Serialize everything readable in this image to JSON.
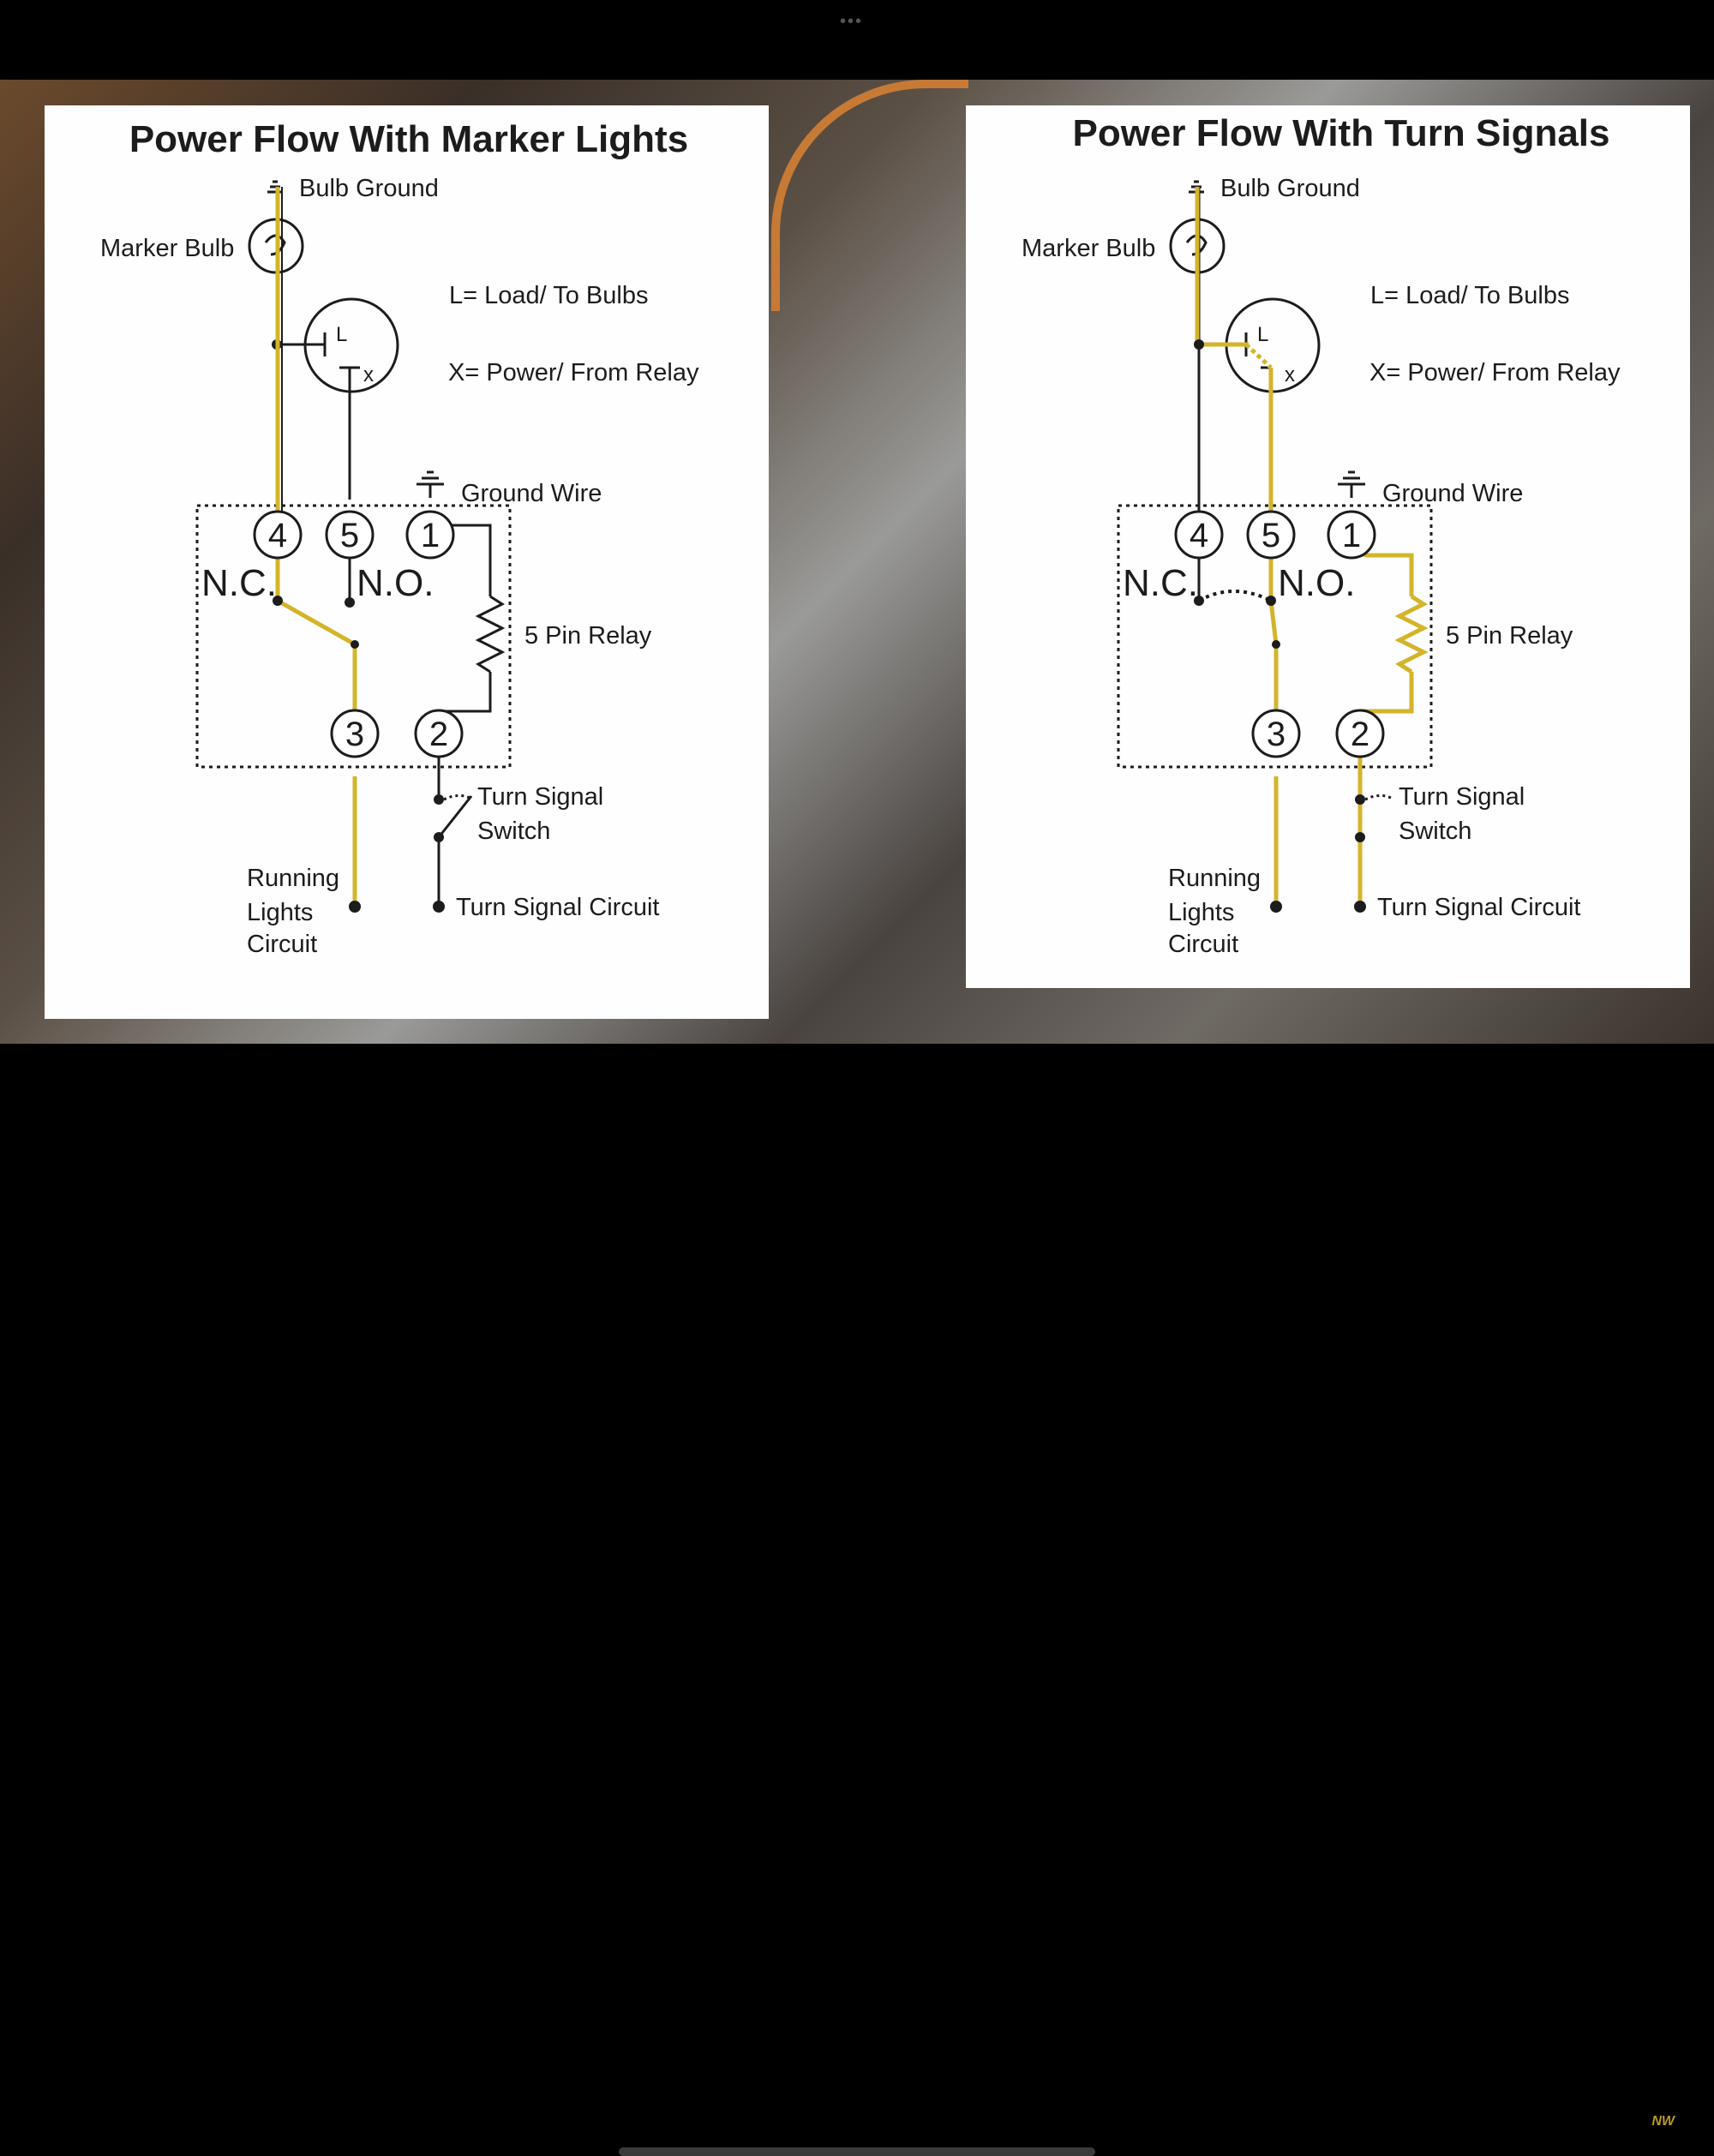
{
  "colors": {
    "power": "#d4b42a",
    "wire": "#1c1c1c",
    "panel": "#fefefe"
  },
  "left_panel": {
    "title": "Power Flow With Marker Lights",
    "bulb_ground": "Bulb Ground",
    "marker_bulb": "Marker Bulb",
    "load_legend": "L= Load/ To Bulbs",
    "power_legend": "X= Power/ From Relay",
    "socket_l": "L",
    "socket_x": "x",
    "ground_wire": "Ground Wire",
    "pin_4": "4",
    "pin_5": "5",
    "pin_1": "1",
    "pin_3": "3",
    "pin_2": "2",
    "nc": "N.C.",
    "no": "N.O.",
    "relay": "5 Pin Relay",
    "switch_line1": "Turn Signal",
    "switch_line2": "Switch",
    "running_line1": "Running",
    "running_line2": "Lights",
    "running_line3": "Circuit",
    "turn_circuit": "Turn Signal Circuit"
  },
  "right_panel": {
    "title": "Power Flow With Turn Signals",
    "bulb_ground": "Bulb Ground",
    "marker_bulb": "Marker Bulb",
    "load_legend": "L= Load/ To Bulbs",
    "power_legend": "X= Power/ From Relay",
    "socket_l": "L",
    "socket_x": "x",
    "ground_wire": "Ground Wire",
    "pin_4": "4",
    "pin_5": "5",
    "pin_1": "1",
    "pin_3": "3",
    "pin_2": "2",
    "nc": "N.C.",
    "no": "N.O.",
    "relay": "5 Pin Relay",
    "switch_line1": "Turn Signal",
    "switch_line2": "Switch",
    "running_line1": "Running",
    "running_line2": "Lights",
    "running_line3": "Circuit",
    "turn_circuit": "Turn Signal Circuit"
  },
  "overlay": {
    "menu_dots": "•••",
    "logo": "NW"
  }
}
